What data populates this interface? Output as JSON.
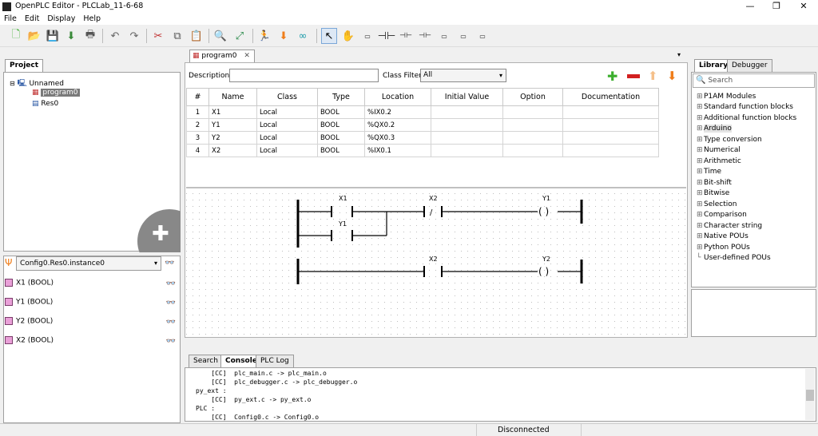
{
  "window": {
    "title": "OpenPLC Editor - PLCLab_11-6-68"
  },
  "menu": [
    "File",
    "Edit",
    "Display",
    "Help"
  ],
  "project": {
    "tab": "Project",
    "root": "Unnamed",
    "items": [
      "program0",
      "Res0"
    ]
  },
  "instance": {
    "selector": "Config0.Res0.instance0"
  },
  "debug_vars": [
    "X1 (BOOL)",
    "Y1 (BOOL)",
    "Y2 (BOOL)",
    "X2 (BOOL)"
  ],
  "editor": {
    "tab": "program0",
    "description_label": "Description:",
    "class_filter_label": "Class Filter:",
    "class_filter_value": "All",
    "columns": [
      "#",
      "Name",
      "Class",
      "Type",
      "Location",
      "Initial Value",
      "Option",
      "Documentation"
    ],
    "rows": [
      [
        "1",
        "X1",
        "Local",
        "BOOL",
        "%IX0.2",
        "",
        "",
        ""
      ],
      [
        "2",
        "Y1",
        "Local",
        "BOOL",
        "%QX0.2",
        "",
        "",
        ""
      ],
      [
        "3",
        "Y2",
        "Local",
        "BOOL",
        "%QX0.3",
        "",
        "",
        ""
      ],
      [
        "4",
        "X2",
        "Local",
        "BOOL",
        "%IX0.1",
        "",
        "",
        ""
      ]
    ]
  },
  "ladder": {
    "labels": {
      "x1": "X1",
      "y1c": "Y1",
      "x2a": "X2",
      "y1": "Y1",
      "x2b": "X2",
      "y2": "Y2"
    },
    "coil_symbol": "( )",
    "nc_symbol": "/"
  },
  "library": {
    "tabs": [
      "Library",
      "Debugger"
    ],
    "search_placeholder": "Search",
    "items": [
      "P1AM Modules",
      "Standard function blocks",
      "Additional function blocks",
      "Arduino",
      "Type conversion",
      "Numerical",
      "Arithmetic",
      "Time",
      "Bit-shift",
      "Bitwise",
      "Selection",
      "Comparison",
      "Character string",
      "Native POUs",
      "Python POUs",
      "User-defined POUs"
    ]
  },
  "console": {
    "tabs": [
      "Search",
      "Console",
      "PLC Log"
    ],
    "lines": [
      "    [CC]  plc_main.c -> plc_main.o",
      "    [CC]  plc_debugger.c -> plc_debugger.o",
      "py_ext :",
      "    [CC]  py_ext.c -> py_ext.o",
      "PLC :",
      "    [CC]  Config0.c -> Config0.o"
    ]
  },
  "status": {
    "connection": "Disconnected"
  },
  "colors": {
    "accent_green": "#3cae2e",
    "accent_red": "#d22020",
    "accent_orange": "#ef7d1a",
    "add_circle": "#888888"
  }
}
